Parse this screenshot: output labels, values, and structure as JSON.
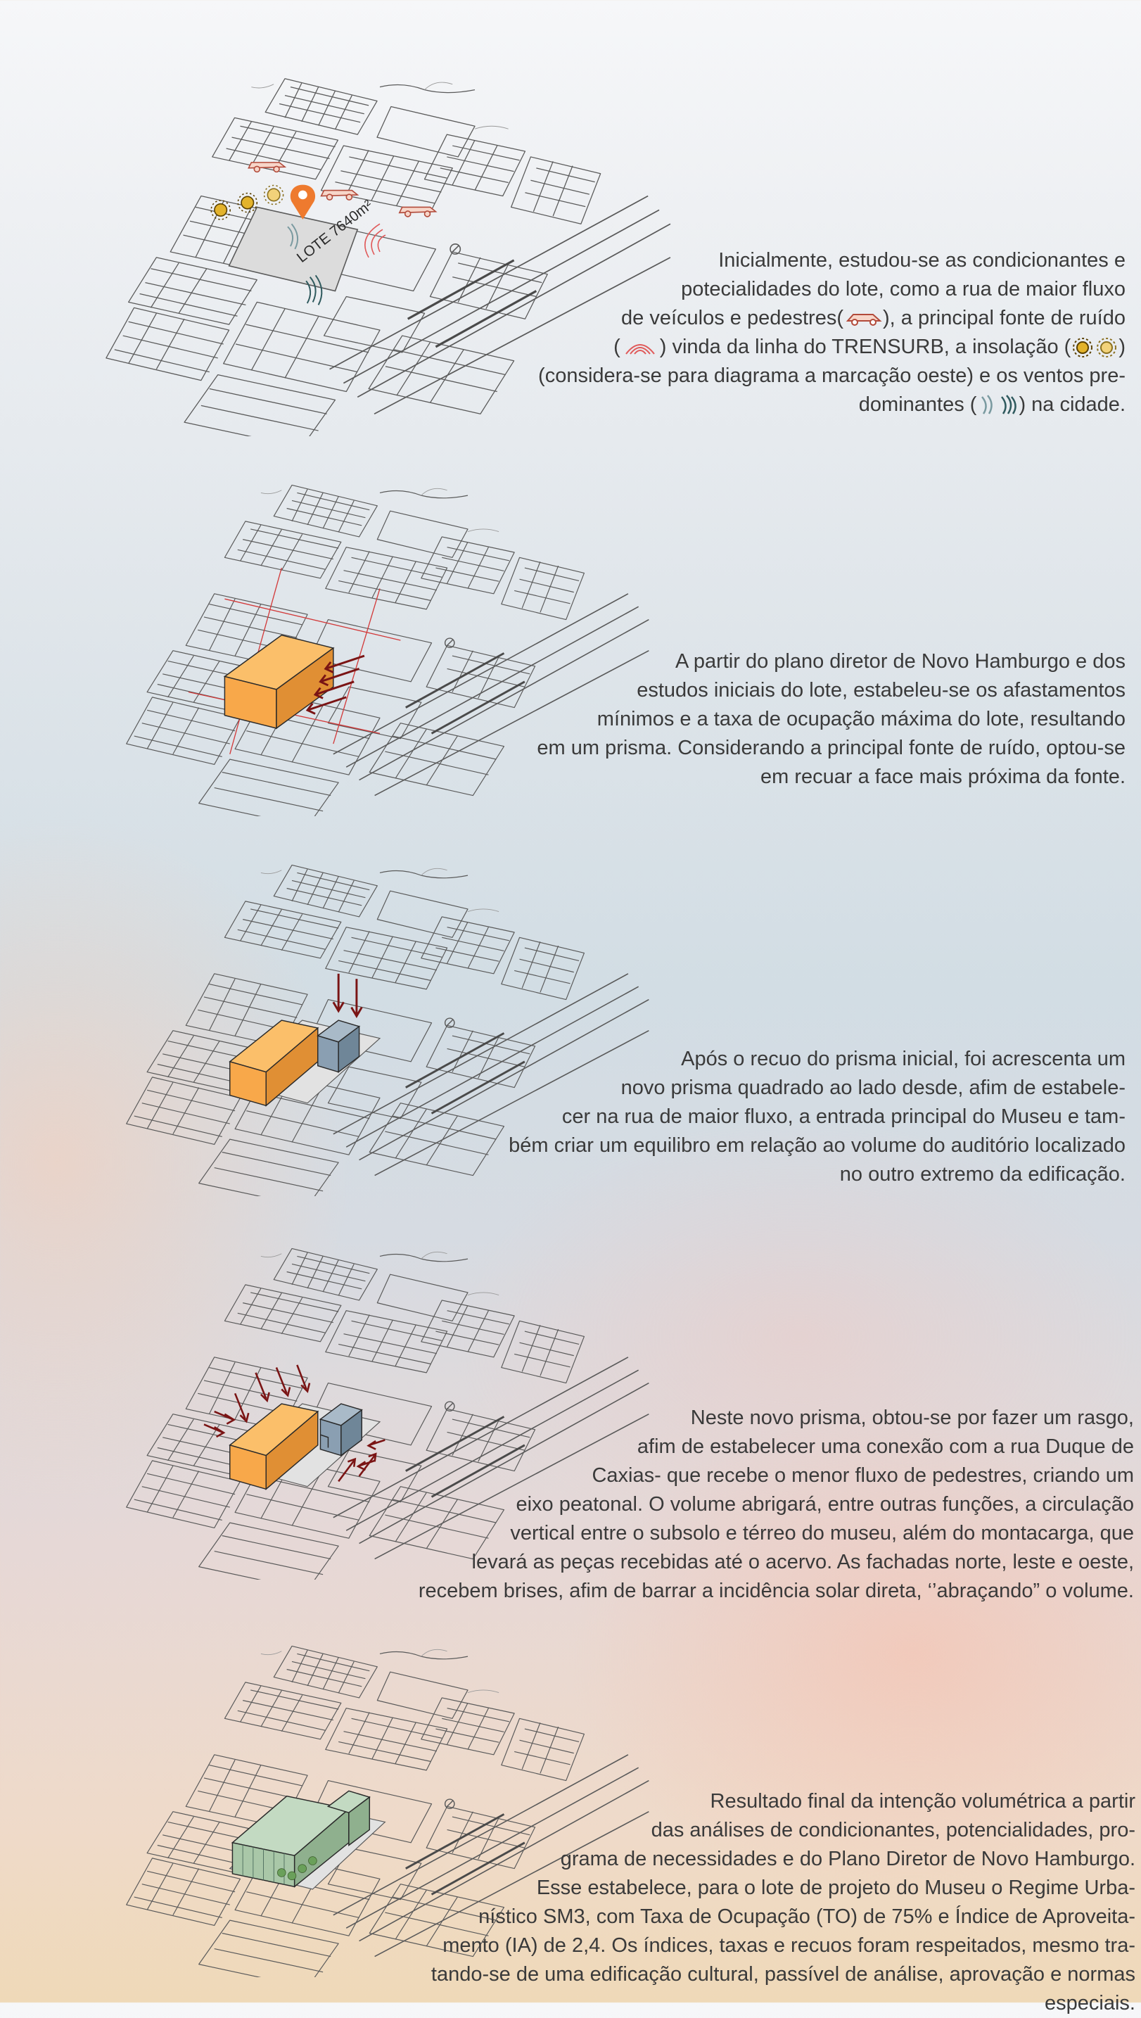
{
  "colors": {
    "lines": "#5a5a5a",
    "prism": "#f8a84a",
    "prism_side": "#e08f34",
    "annex": "#8a9fb2",
    "final": "#a9c7a8",
    "arrows": "#7a1414",
    "pin": "#ee7a2e",
    "sun": "#e3b32c",
    "noise": "#e05a5a"
  },
  "icons": {
    "car": "car-icon",
    "noise": "noise-waves-icon",
    "sun": "sun-icon",
    "wind": "wind-icon",
    "pin": "location-pin-icon",
    "north": "north-arrow-icon"
  },
  "step1": {
    "lot_label": "LOTE 7640m²",
    "p_line1": "Inicialmente, estudou-se as condicionantes e",
    "p_line2": "potecialidades do lote, como a rua de maior fluxo",
    "p_line3a": "de veículos e pedestres(",
    "p_line3b": "), a principal fonte de ruído",
    "p_line4a": "(",
    "p_line4b": ") vinda da linha do TRENSURB, a insolação (",
    "p_line4c": ")",
    "p_line5": "(considera-se para diagrama a marcação oeste) e os ventos pre-",
    "p_line6a": "dominantes (",
    "p_line6b": ") na cidade."
  },
  "step2": {
    "text": "A partir do plano diretor de Novo Hamburgo e dos\nestudos iniciais do lote, estabeleu-se os afastamentos\nmínimos e a taxa de ocupação máxima do lote, resultando\nem um prisma. Considerando a principal fonte de ruído, optou-se\nem recuar a face mais próxima da fonte."
  },
  "step3": {
    "text": "Após o recuo do prisma inicial, foi acrescenta um\nnovo prisma quadrado ao lado desde, afim de estabele-\ncer na rua de maior fluxo, a entrada principal do Museu e tam-\nbém criar um equilibro em relação ao volume do auditório localizado\nno outro extremo da edificação."
  },
  "step4": {
    "text": "Neste novo prisma, obtou-se por fazer um rasgo,\nafim de estabelecer uma conexão com a rua Duque de\nCaxias- que recebe o menor fluxo de pedestres, criando um\neixo peatonal. O volume abrigará, entre outras funções, a circulação\nvertical entre o subsolo e térreo do museu, além do montacarga, que\nlevará as peças recebidas até o acervo. As fachadas norte, leste e oeste,\nrecebem brises, afim de barrar a incidência solar direta, ‘’abraçando” o volume."
  },
  "step5": {
    "text": "Resultado final da intenção volumétrica a partir \ndas análises de condicionantes, potencialidades, pro-\ngrama de necessidades e do Plano Diretor de Novo Hamburgo.\nEsse estabelece, para o lote de projeto do Museu o Regime Urba-\nnístico SM3, com Taxa de Ocupação (TO) de 75% e Índice de Aproveita-\nmento (IA) de 2,4. Os índices, taxas e recuos foram respeitados, mesmo tra-\ntando-se de uma edificação cultural, passível de análise, aprovação e normas\nespeciais."
  }
}
